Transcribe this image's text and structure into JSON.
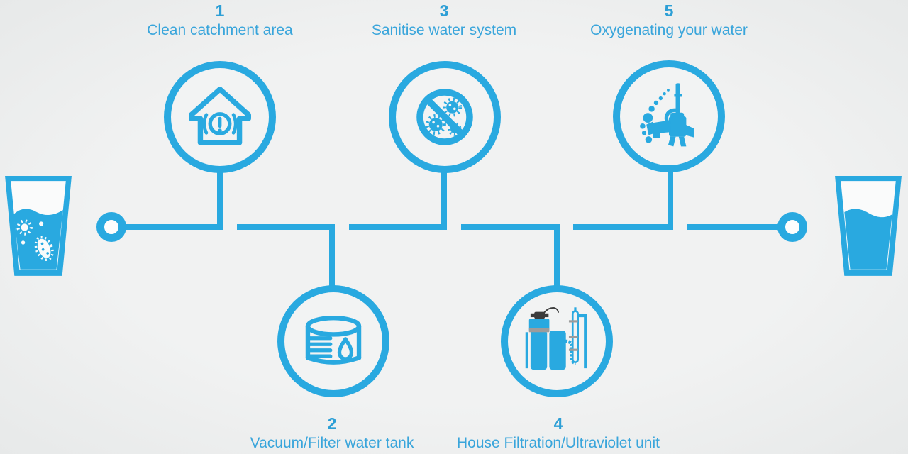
{
  "title": "Water treatment process steps",
  "palette": {
    "blue": "#29A9E0",
    "background": "#EFF0F0",
    "dark_accent": "#3B3B3B",
    "gray_accent": "#9C9C9C",
    "white": "#FFFFFF"
  },
  "steps": [
    {
      "number": "1",
      "label": "Clean catchment area",
      "icon": "house-alert-icon",
      "position": "top"
    },
    {
      "number": "2",
      "label": "Vacuum/Filter water tank",
      "icon": "water-tank-icon",
      "position": "bottom"
    },
    {
      "number": "3",
      "label": "Sanitise water system",
      "icon": "no-germs-icon",
      "position": "top"
    },
    {
      "number": "4",
      "label": "House Filtration/Ultraviolet unit",
      "icon": "filtration-uv-icon",
      "position": "bottom"
    },
    {
      "number": "5",
      "label": "Oxygenating your water",
      "icon": "aerator-bubbles-icon",
      "position": "top"
    }
  ],
  "endpoints": {
    "start_icon": "dirty-water-glass-icon",
    "end_icon": "clean-water-glass-icon"
  }
}
